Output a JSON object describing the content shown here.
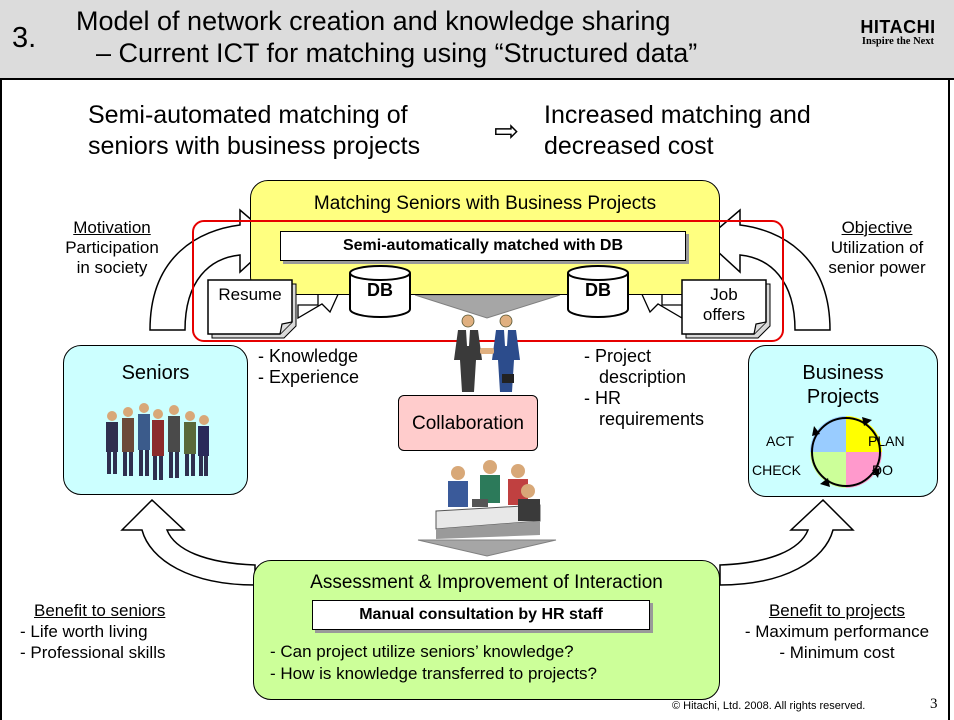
{
  "header": {
    "number": "3.",
    "title_line1": "Model of network creation and knowledge sharing",
    "title_line2": "– Current ICT for matching using “Structured data”",
    "logo_name": "HITACHI",
    "logo_tagline": "Inspire the Next"
  },
  "intro": {
    "left_line1": "Semi-automated matching of",
    "left_line2": "seniors with business projects",
    "arrow": "⇨",
    "right_line1": "Increased matching and",
    "right_line2": "decreased cost"
  },
  "matching": {
    "title": "Matching Seniors with Business Projects",
    "subtitle": "Semi-automatically matched with DB",
    "db_left": "DB",
    "db_right": "DB",
    "resume": "Resume",
    "job_offers_line1": "Job",
    "job_offers_line2": "offers"
  },
  "motivation": {
    "heading": "Motivation",
    "line1": "Participation",
    "line2": "in society"
  },
  "objective": {
    "heading": "Objective",
    "line1": "Utilization of",
    "line2": "senior power"
  },
  "seniors": {
    "title": "Seniors",
    "attr1": "- Knowledge",
    "attr2": "- Experience"
  },
  "projects": {
    "title_line1": "Business",
    "title_line2": "Projects",
    "desc1": "- Project",
    "desc2": "description",
    "desc3": "- HR",
    "desc4": "requirements",
    "pdca_act": "ACT",
    "pdca_plan": "PLAN",
    "pdca_check": "CHECK",
    "pdca_do": "DO"
  },
  "collaboration": "Collaboration",
  "assessment": {
    "title": "Assessment & Improvement of Interaction",
    "subtitle": "Manual consultation by HR staff",
    "q1": "- Can project utilize seniors’ knowledge?",
    "q2": "- How is knowledge transferred to projects?"
  },
  "benefit_seniors": {
    "heading": "Benefit to seniors",
    "line1": "- Life worth living",
    "line2": "- Professional skills"
  },
  "benefit_projects": {
    "heading": "Benefit to projects",
    "line1": "- Maximum performance",
    "line2": "- Minimum cost"
  },
  "footer": {
    "copyright": "© Hitachi, Ltd. 2008. All rights reserved.",
    "page": "3"
  },
  "colors": {
    "header_bg": "#dcdcdc",
    "matching_bg": "#ffff80",
    "highlight_border": "#e60000",
    "entity_bg": "#ccffff",
    "collab_bg": "#ffcccc",
    "assessment_bg": "#ccff99",
    "pdca_blue": "#99ccff",
    "pdca_yellow": "#ffff00",
    "pdca_green": "#ccff99",
    "pdca_pink": "#ff99cc"
  }
}
